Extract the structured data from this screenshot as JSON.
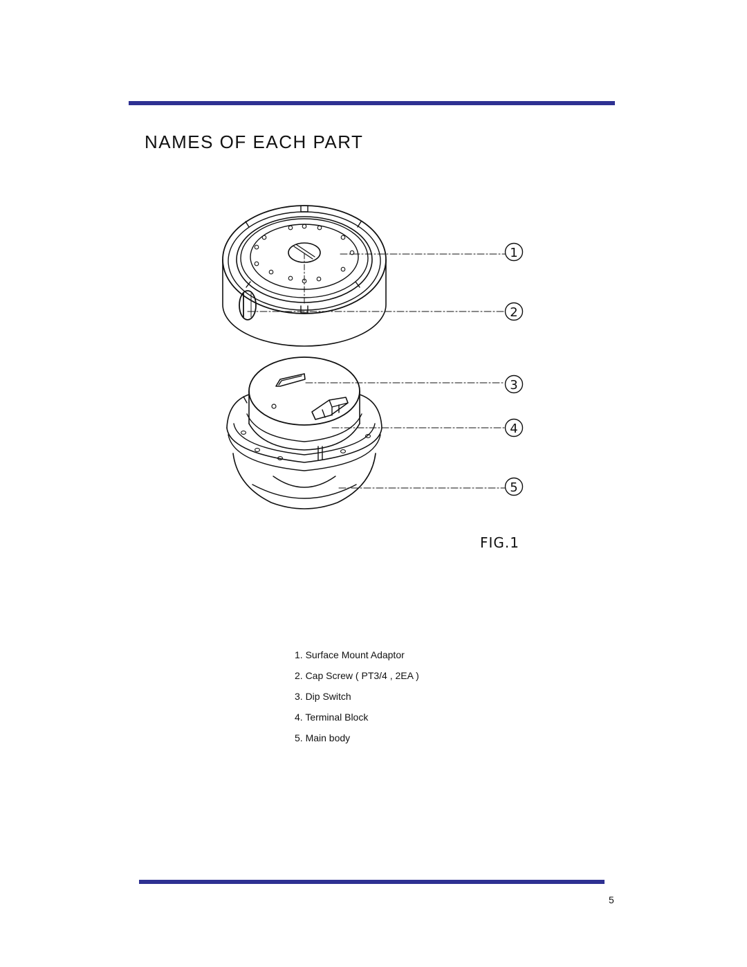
{
  "page": {
    "title": "NAMES OF EACH PART",
    "accent_color": "#2e3192",
    "page_number": "5"
  },
  "figure": {
    "caption": "FIG.1",
    "callouts": [
      "1",
      "2",
      "3",
      "4",
      "5"
    ]
  },
  "parts": [
    {
      "text": "1. Surface Mount Adaptor"
    },
    {
      "text": "2. Cap Screw ( PT3/4 , 2EA )"
    },
    {
      "text": "3. Dip Switch"
    },
    {
      "text": "4. Terminal Block"
    },
    {
      "text": "5. Main body"
    }
  ]
}
